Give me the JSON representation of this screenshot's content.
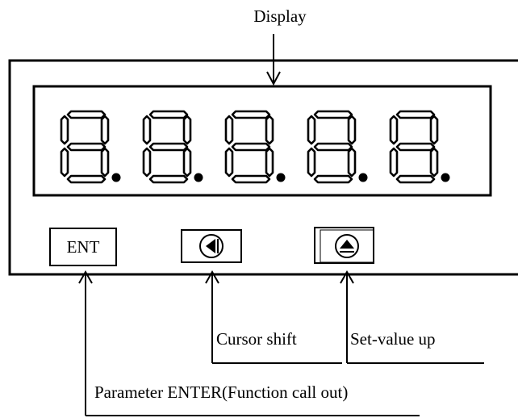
{
  "annotations": {
    "display": "Display",
    "cursor_shift": "Cursor shift",
    "set_value_up": "Set-value up",
    "parameter_enter": "Parameter ENTER(Function call out)"
  },
  "panel": {
    "display": {
      "digits": [
        "8",
        "8",
        "8",
        "8",
        "8"
      ],
      "decimal_points": [
        true,
        true,
        true,
        true,
        true
      ]
    },
    "buttons": {
      "enter_label": "ENT",
      "cursor_shift_icon": "cursor-left-icon",
      "set_value_up_icon": "eject-up-icon"
    }
  }
}
